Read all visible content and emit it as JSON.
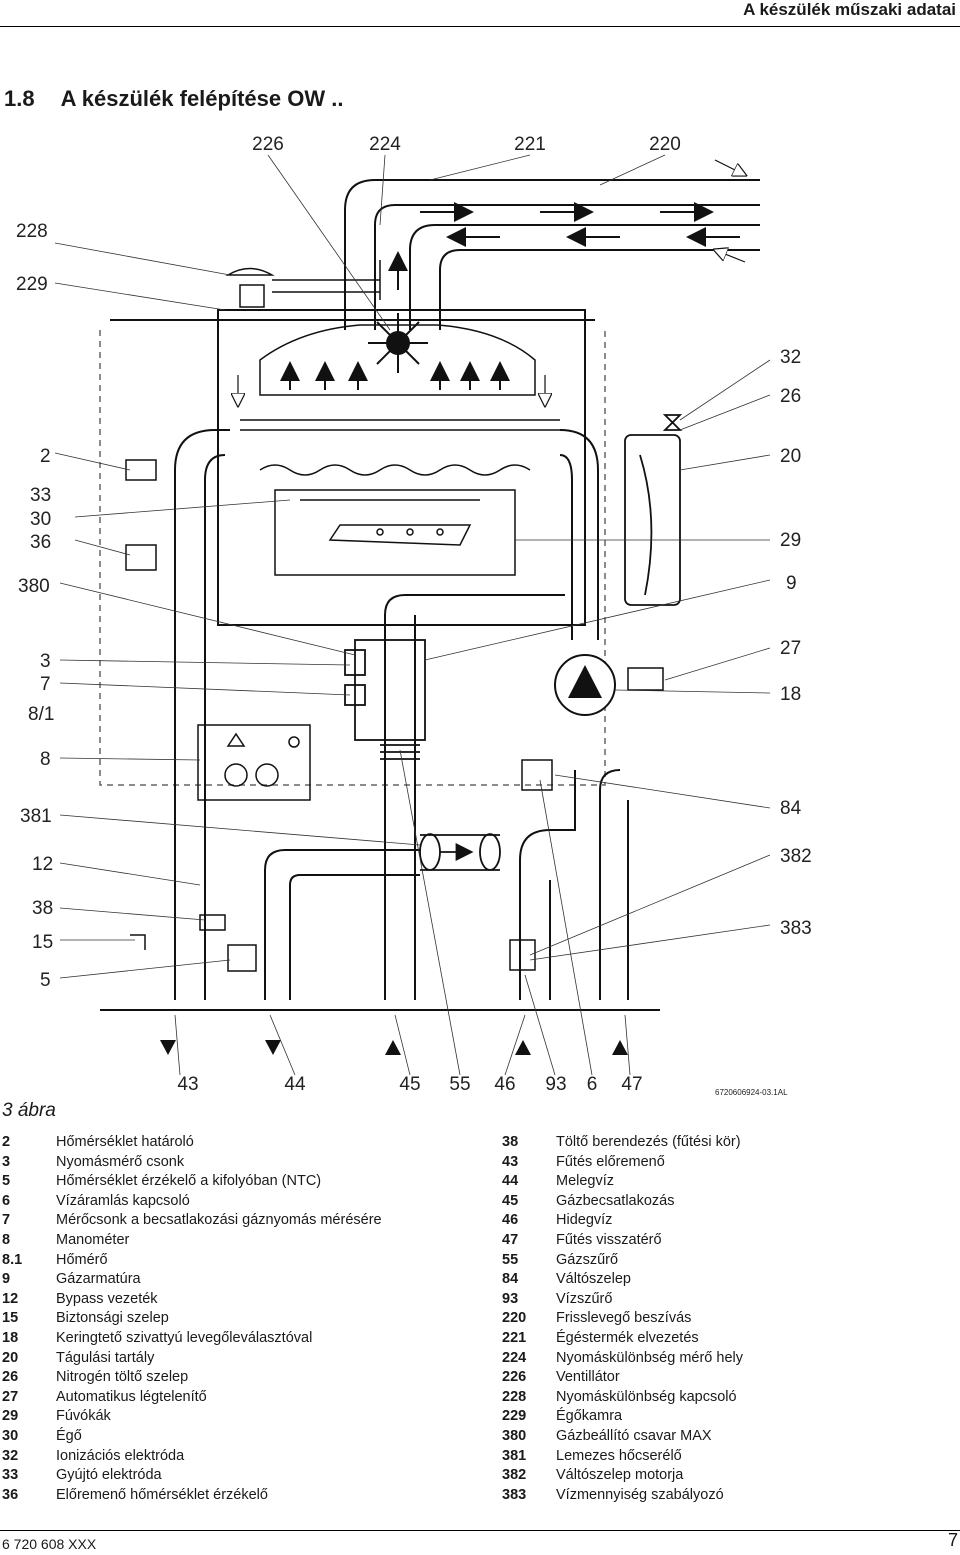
{
  "header": {
    "chapter": "A készülék műszaki adatai"
  },
  "section": {
    "number": "1.8",
    "title": "A készülék felépítése OW .."
  },
  "diagram": {
    "labels_top": [
      "226",
      "224",
      "221",
      "220"
    ],
    "labels_left": [
      "228",
      "229",
      "2",
      "33",
      "30",
      "36",
      "380",
      "3",
      "7",
      "8/1",
      "8",
      "381",
      "12",
      "38",
      "15",
      "5"
    ],
    "labels_right": [
      "32",
      "26",
      "20",
      "29",
      "9",
      "27",
      "18",
      "84",
      "382",
      "383"
    ],
    "labels_bottom": [
      "43",
      "44",
      "45",
      "55",
      "46",
      "93",
      "6",
      "47"
    ],
    "drawing_code": "6720606924-03.1AL"
  },
  "figure_caption": "3 ábra",
  "legend_left": [
    {
      "num": "2",
      "text": "Hőmérséklet határoló"
    },
    {
      "num": "3",
      "text": "Nyomásmérő csonk"
    },
    {
      "num": "5",
      "text": "Hőmérséklet érzékelő a kifolyóban (NTC)"
    },
    {
      "num": "6",
      "text": "Vízáramlás kapcsoló"
    },
    {
      "num": "7",
      "text": "Mérőcsonk a becsatlakozási gáznyomás mérésére"
    },
    {
      "num": "8",
      "text": "Manométer"
    },
    {
      "num": "8.1",
      "text": "Hőmérő"
    },
    {
      "num": "9",
      "text": "Gázarmatúra"
    },
    {
      "num": "12",
      "text": "Bypass vezeték"
    },
    {
      "num": "15",
      "text": "Biztonsági szelep"
    },
    {
      "num": "18",
      "text": "Keringtető szivattyú levegőleválasztóval"
    },
    {
      "num": "20",
      "text": "Tágulási tartály"
    },
    {
      "num": "26",
      "text": "Nitrogén töltő szelep"
    },
    {
      "num": "27",
      "text": "Automatikus légtelenítő"
    },
    {
      "num": "29",
      "text": "Fúvókák"
    },
    {
      "num": "30",
      "text": "Égő"
    },
    {
      "num": "32",
      "text": "Ionizációs elektróda"
    },
    {
      "num": "33",
      "text": "Gyújtó elektróda"
    },
    {
      "num": "36",
      "text": "Előremenő hőmérséklet érzékelő"
    }
  ],
  "legend_right": [
    {
      "num": "38",
      "text": "Töltő berendezés (fűtési kör)"
    },
    {
      "num": "43",
      "text": "Fűtés előremenő"
    },
    {
      "num": "44",
      "text": "Melegvíz"
    },
    {
      "num": "45",
      "text": "Gázbecsatlakozás"
    },
    {
      "num": "46",
      "text": "Hidegvíz"
    },
    {
      "num": "47",
      "text": "Fűtés visszatérő"
    },
    {
      "num": "55",
      "text": "Gázszűrő"
    },
    {
      "num": "84",
      "text": "Váltószelep"
    },
    {
      "num": "93",
      "text": "Vízszűrő"
    },
    {
      "num": "220",
      "text": "Frisslevegő beszívás"
    },
    {
      "num": "221",
      "text": "Égéstermék elvezetés"
    },
    {
      "num": "224",
      "text": "Nyomáskülönbség mérő hely"
    },
    {
      "num": "226",
      "text": "Ventillátor"
    },
    {
      "num": "228",
      "text": "Nyomáskülönbség kapcsoló"
    },
    {
      "num": "229",
      "text": "Égőkamra"
    },
    {
      "num": "380",
      "text": "Gázbeállító csavar MAX"
    },
    {
      "num": "381",
      "text": "Lemezes hőcserélő"
    },
    {
      "num": "382",
      "text": "Váltószelep motorja"
    },
    {
      "num": "383",
      "text": "Vízmennyiség szabályozó"
    }
  ],
  "footer": {
    "doc_number": "6 720 608 XXX",
    "page": "7"
  }
}
